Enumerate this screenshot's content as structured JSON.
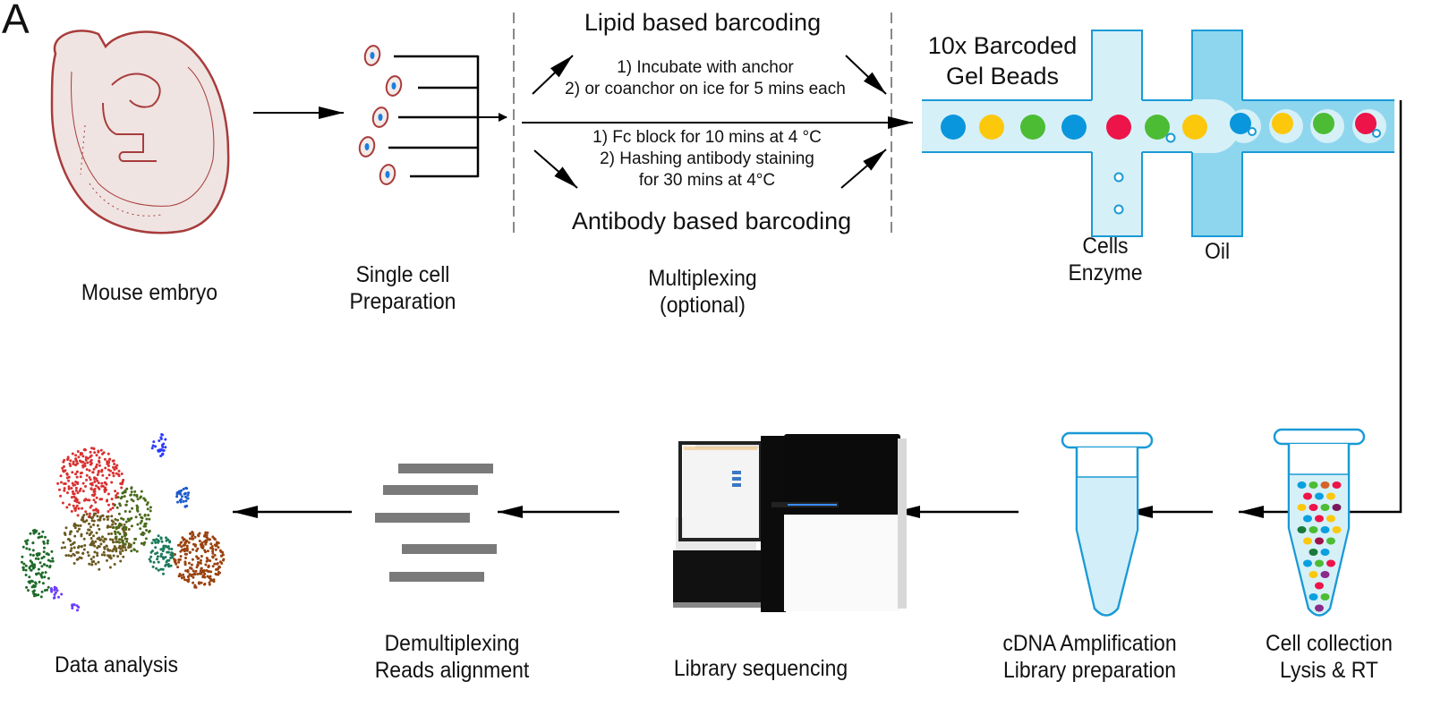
{
  "panel_letter": "A",
  "steps": {
    "mouse_embryo": "Mouse embryo",
    "single_cell": [
      "Single cell",
      "Preparation"
    ],
    "multiplexing": [
      "Multiplexing",
      "(optional)"
    ],
    "cells_enzyme": [
      "Cells",
      "Enzyme"
    ],
    "oil": "Oil",
    "gel_beads": [
      "10x Barcoded",
      "Gel Beads"
    ],
    "cell_collection": [
      "Cell collection",
      "Lysis & RT"
    ],
    "cdna": [
      "cDNA Amplification",
      "Library preparation"
    ],
    "library_sequencing": "Library sequencing",
    "demultiplexing": [
      "Demultiplexing",
      "Reads alignment"
    ],
    "data_analysis": "Data analysis"
  },
  "multiplexing_box": {
    "lipid_title": "Lipid based barcoding",
    "lipid_steps": [
      "1) Incubate with anchor",
      "2) or coanchor on ice for 5 mins each"
    ],
    "antibody_steps": [
      "1) Fc block for 10 mins at 4 °C",
      "2) Hashing antibody staining",
      "for 30 mins at 4°C"
    ],
    "antibody_title": "Antibody based barcoding"
  },
  "colors": {
    "bead_blue": "#0a96dc",
    "bead_yellow": "#fcc80c",
    "bead_green": "#4cbc34",
    "bead_red": "#ec1449",
    "channel_light": "#d6f0f8",
    "channel_dark": "#8ed6ee",
    "channel_border": "#1a9ad6",
    "embryo_fill": "#efe4e2",
    "embryo_stroke": "#a83c3c",
    "read_bar": "#7a7a7a"
  },
  "beads_before": [
    "bead_blue",
    "bead_yellow",
    "bead_green",
    "bead_blue",
    "bead_red",
    "bead_green",
    "bead_yellow"
  ],
  "beads_after": [
    "bead_blue",
    "bead_yellow",
    "bead_green",
    "bead_red"
  ]
}
